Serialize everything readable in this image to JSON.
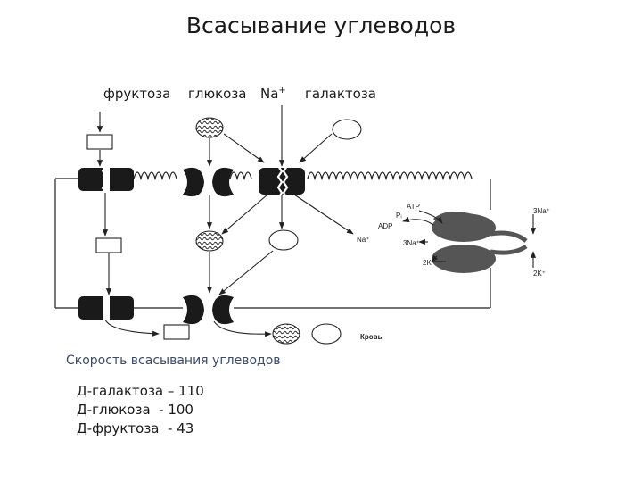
{
  "title": "Всасывание углеводов",
  "top_labels": {
    "fructose": "фруктоза",
    "glucose": "глюкоза",
    "sodium_base": "Na",
    "sodium_sup": "+",
    "galactose": "галактоза"
  },
  "pump_labels": {
    "atp": "ATP",
    "pi": "Pᵢ",
    "adp": "ADP",
    "na_out": "Na⁺",
    "three_na_in": "3Na⁺",
    "three_na_left": "3Na⁺",
    "two_k_left": "2K⁺",
    "two_k_right": "2K⁺"
  },
  "blood_label": "Кровь",
  "rates": {
    "title": "Скорость всасывания углеводов",
    "items": [
      "Д-галактоза – 110",
      "Д-глюкоза  - 100",
      "Д-фруктоза  - 43"
    ]
  },
  "colors": {
    "line": "#222222",
    "transporter": "#1a1a1a",
    "pump": "#555555"
  }
}
